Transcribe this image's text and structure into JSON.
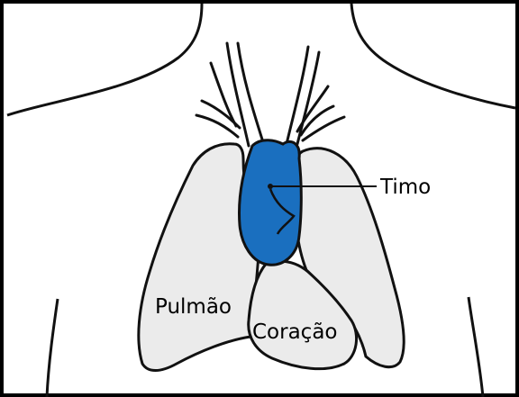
{
  "labels": {
    "thymus": "Timo",
    "lung": "Pulmão",
    "heart": "Coração"
  },
  "colors": {
    "thymus_fill": "#1a6fbf",
    "organ_fill": "#ebebeb",
    "outline": "#111111",
    "frame": "#000000",
    "background": "#ffffff"
  }
}
